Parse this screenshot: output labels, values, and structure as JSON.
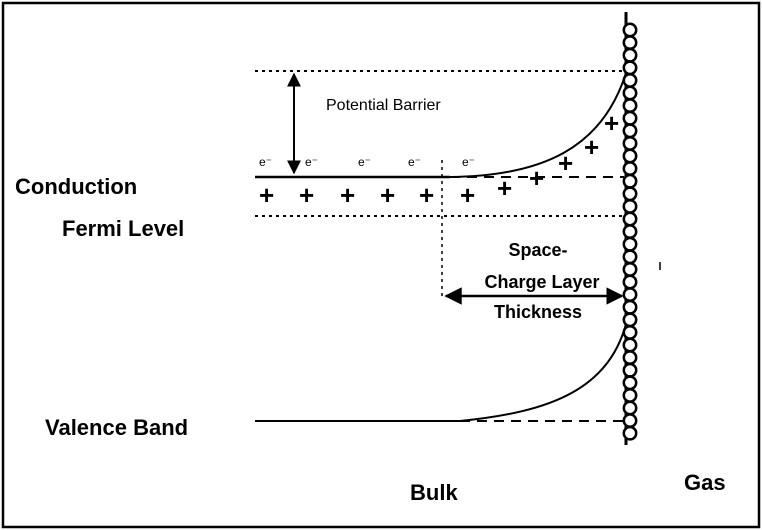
{
  "labels": {
    "conduction": "Conduction",
    "fermi": "Fermi Level",
    "valence": "Valence Band",
    "barrier": "Potential Barrier",
    "space_line1": "Space-",
    "space_line2": "Charge Layer",
    "space_line3": "Thickness",
    "bulk": "Bulk",
    "gas": "Gas"
  },
  "electron_symbol": "e⁻",
  "plus_symbol": "+"
}
